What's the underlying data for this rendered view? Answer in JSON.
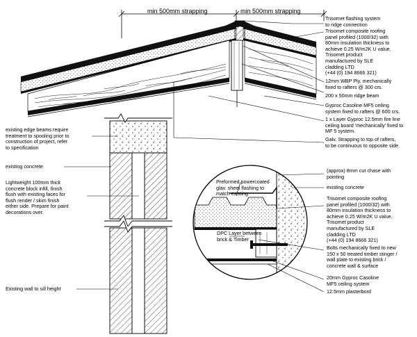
{
  "dimensions": {
    "left_strapping": "min 500mm strapping",
    "right_strapping": "min 500mm strapping"
  },
  "roof_notes": [
    "Trisomet flashing system\nto ridge connection",
    "Trisomet composite roofing\npanel profiled (1000/32) with\n80mm insulation thickness to\nachieve 0.25 W/m2K U value.\nTrisomet product\nmanufactured by SLE\ncladding LTD\n(+44 (0) 194 8666 321)",
    "12mm WBP Ply, mechanically\nfixed to rafters @ 300 crs.",
    "200 x 50mm ridge beam",
    "Gyproc Casoline MF5 ceiling\nsystem fixed to rafters @ 600 crs.",
    "1 x Layer Gyproc 12.5mm fire line\nceiling board 'mechanically' fixed to\nMF 5 system.",
    "Galv. Strapping to top of rafters,\nto be continuous to opposite side"
  ],
  "wall_notes": [
    "existing edge beams require\ntreatment to spooling prior to\nconstruction of project, refer\nto specification",
    "existing concrete",
    "Lightweight 100mm thick\nconcrete block infill, finish\nflush with existing faces for\nflush render / skim finish\neither side. Prepare for paint\ndecorations over.",
    "Existing wall to sill height"
  ],
  "detail_notes": {
    "flashing": "Preformed powercoated\nglav. sheet flashing to\nmatch existing",
    "dpc": "DPC Layer between\nbrick & Timber",
    "right": [
      "(approx) 8mm cut chase with\npointing",
      "existing concrete",
      "Trisomet composite roofing\npanel profiled (1000/32) with\n80mm insulation thickness to\nachieve 0.25 W/m2K U value.\nTrisomet product\nmanufactured by SLE\ncladding LTD\n(+44 (0) 194 8666 321)",
      "Bolts mechanically fixed to new\n150 x 50 treated timber stinger /\nwall plate to existing brick /\nconcrete wall & surface",
      "20mm Gyproc Casoline\nMF5 ceiling system",
      "12.5mm plasterbord"
    ]
  }
}
